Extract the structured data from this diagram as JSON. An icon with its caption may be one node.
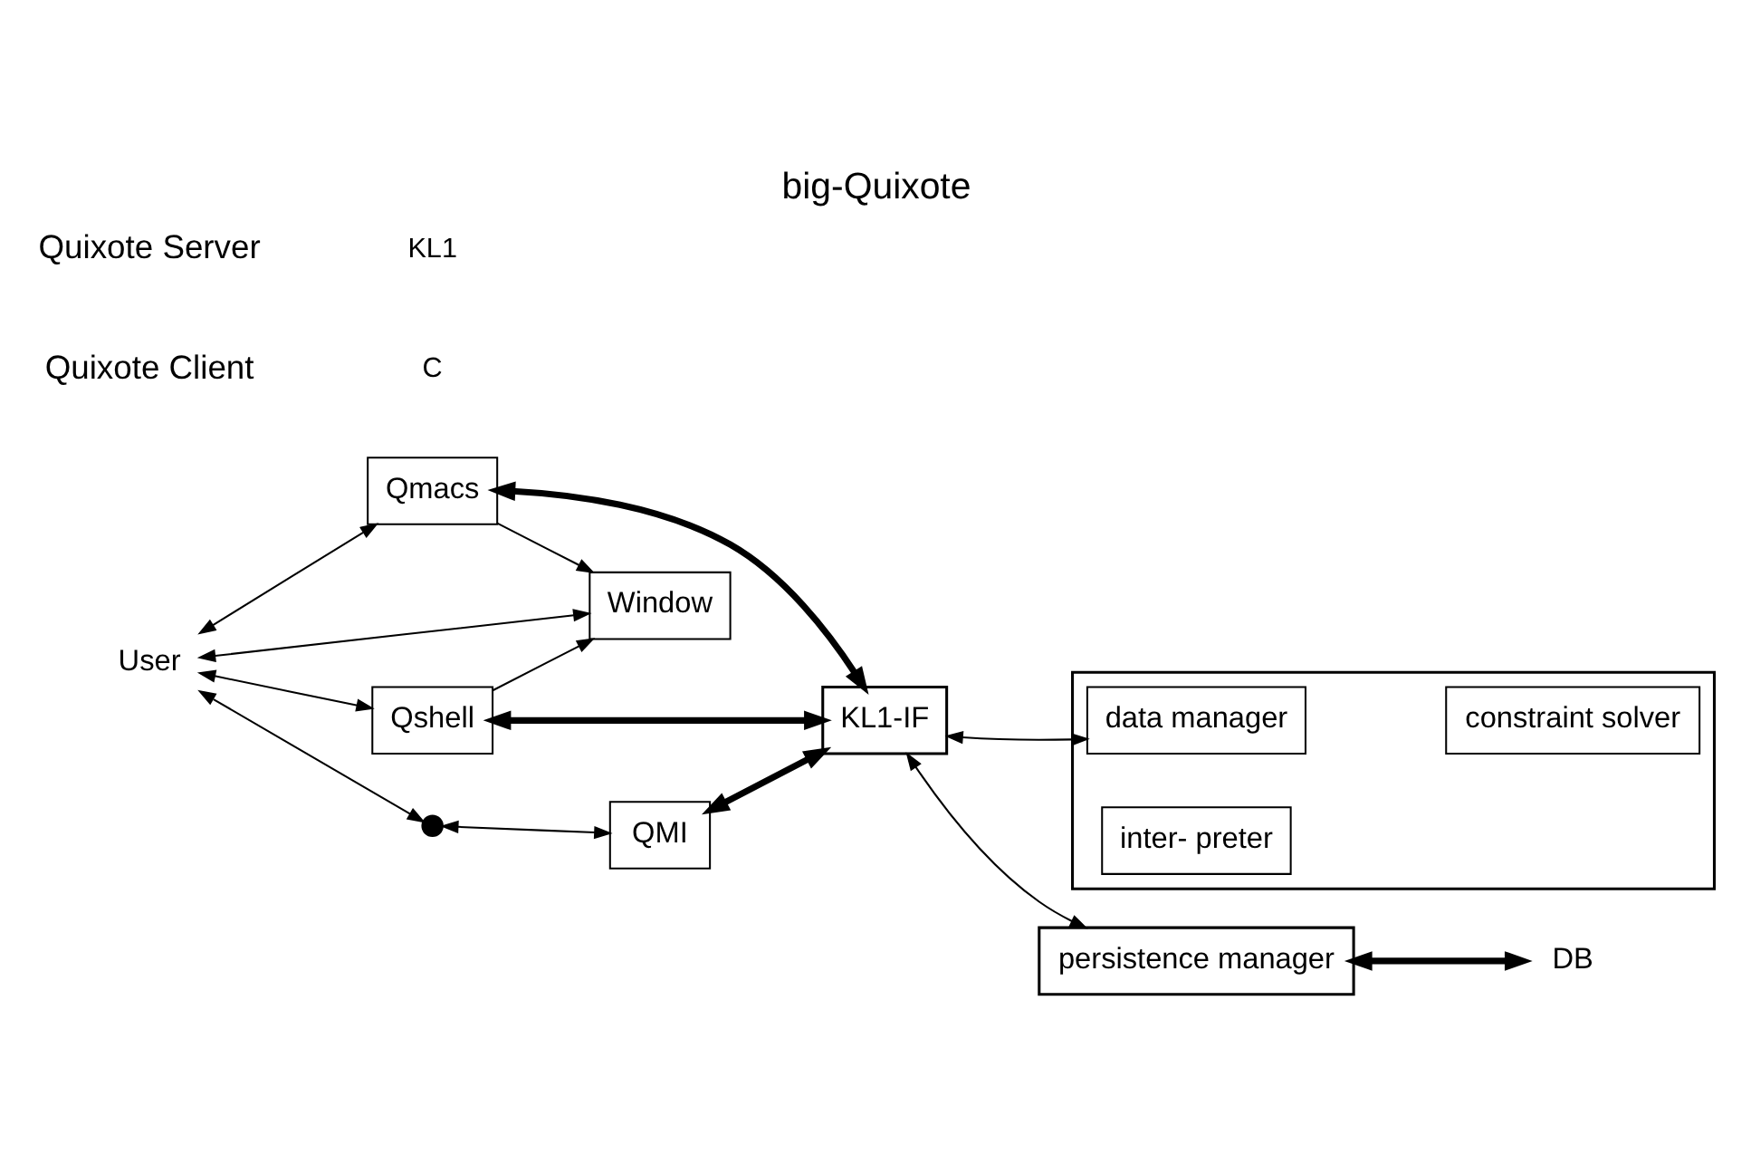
{
  "diagram": {
    "title": "big-Quixote",
    "nodes": [
      {
        "text": [
          "User"
        ]
      },
      {
        "text": [
          "Qmacs"
        ]
      },
      {
        "text": [
          "Window"
        ]
      },
      {
        "text": [
          "Qshell"
        ]
      },
      {
        "text": [],
        "shape": "circle"
      },
      {
        "text": [
          "QMI"
        ]
      },
      {
        "text": [
          "KL1-IF"
        ]
      },
      {
        "text": [],
        "shape": "box"
      },
      {
        "text": [
          "data manager"
        ],
        "in": 7
      },
      {
        "text": [
          "inter- preter"
        ],
        "in": 7
      },
      {
        "text": [
          "constraint solver"
        ],
        "in": 7
      },
      {
        "text": [
          "persistence manager"
        ]
      },
      {
        "text": [
          "DB"
        ]
      }
    ],
    "edges": [
      {
        "from": 0,
        "to": 1,
        "arrow": "both"
      },
      {
        "from": 0,
        "to": 2,
        "arrow": "both"
      },
      {
        "from": 0,
        "to": 3,
        "arrow": "both"
      },
      {
        "from": 0,
        "to": 4,
        "arrow": "both"
      },
      {
        "from": 4,
        "to": 5,
        "arrow": "both"
      },
      {
        "from": 1,
        "to": 2,
        "arrow": "to"
      },
      {
        "from": 3,
        "to": 2,
        "arrow": "to"
      },
      {
        "from": 1,
        "to": 6,
        "arrow": "both",
        "style": "thick"
      },
      {
        "from": 3,
        "to": 6,
        "arrow": "both",
        "style": "thick"
      },
      {
        "from": 5,
        "to": 6,
        "arrow": "both",
        "style": "thick"
      },
      {
        "from": 6,
        "to": 8,
        "arrow": "both"
      },
      {
        "from": 6,
        "to": 11,
        "arrow": "both"
      },
      {
        "from": 11,
        "to": 12,
        "arrow": "both",
        "style": "thick"
      }
    ],
    "labels": [
      "Quixote Client",
      "C",
      "Quixote Server",
      "KL1"
    ]
  }
}
